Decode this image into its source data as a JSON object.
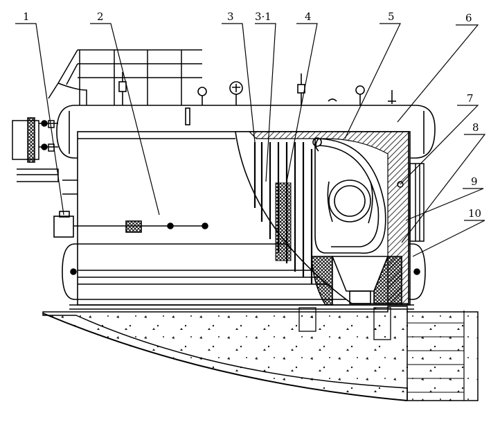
{
  "labels": {
    "l1": "1",
    "l2": "2",
    "l3": "3",
    "l3_1": "3·1",
    "l4": "4",
    "l5": "5",
    "l6": "6",
    "l7": "7",
    "l8": "8",
    "l9": "9",
    "l10": "10"
  },
  "colors": {
    "line": "#000000",
    "background": "#ffffff"
  }
}
